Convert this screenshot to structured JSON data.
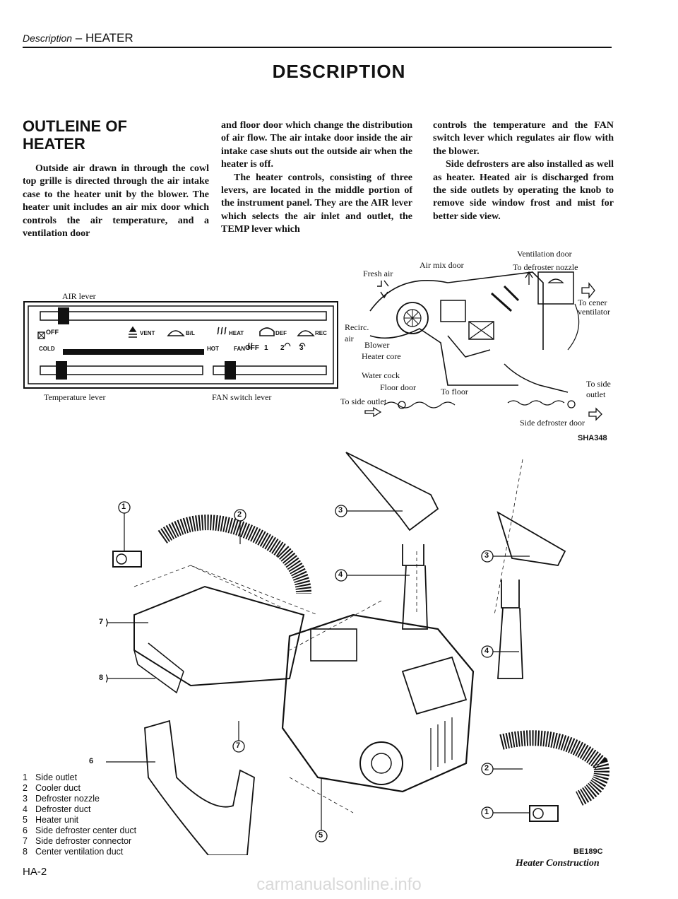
{
  "header": {
    "prefix": "Description",
    "separator": "–",
    "title": "HEATER"
  },
  "title": "DESCRIPTION",
  "section_title": "OUTLEINE OF HEATER",
  "body": {
    "col1": "Outside air drawn in through the cowl top grille is directed through the air intake case to the heater unit by the blower. The heater unit includes an air mix door which controls the air temperature, and a ventilation door",
    "col2_p1": "and floor door which change the distribution of air flow. The air intake door inside the air intake case shuts out the outside air when the heater is off.",
    "col2_p2": "The heater controls, consisting of three levers, are located in the middle portion of the instrument panel. They are the AIR lever which selects the air inlet and outlet, the TEMP lever which",
    "col3_p1": "controls the temperature and the FAN switch lever which regulates air flow with the blower.",
    "col3_p2": "Side defrosters are also installed as well as heater. Heated air is discharged from the side outlets by operating the knob to remove side window frost and mist for better side view."
  },
  "control_panel": {
    "air_lever": "AIR lever",
    "temperature_lever": "Temperature lever",
    "fan_switch_lever": "FAN switch lever",
    "off": "OFF",
    "vent": "VENT",
    "bl": "B/L",
    "heat": "HEAT",
    "def": "DEF",
    "rec": "REC",
    "cold": "COLD",
    "hot": "HOT",
    "fan": "FAN",
    "fan_off": "OFF",
    "fan_1": "1",
    "fan_2": "2",
    "fan_3": "3"
  },
  "flow_diagram": {
    "fresh_air": "Fresh air",
    "air_mix_door": "Air mix door",
    "ventilation_door": "Ventilation door",
    "to_defroster_nozzle": "To defroster nozzle",
    "to_center_ventilator_1": "To cener",
    "to_center_ventilator_2": "ventilator",
    "recirc_1": "Recirc.",
    "recirc_2": "air",
    "blower": "Blower",
    "heater_core": "Heater core",
    "water_cock": "Water cock",
    "floor_door": "Floor door",
    "to_floor": "To floor",
    "to_side_outlet_left": "To side outlet",
    "to_side_outlet_right_1": "To side",
    "to_side_outlet_right_2": "outlet",
    "side_defroster_door": "Side defroster door",
    "code": "SHA348"
  },
  "construction": {
    "callouts": [
      "1",
      "2",
      "3",
      "4",
      "7",
      "8",
      "6",
      "7",
      "5",
      "3",
      "4",
      "2",
      "1"
    ],
    "code": "BE189C",
    "caption": "Heater Construction"
  },
  "legend": [
    {
      "num": "1",
      "text": "Side outlet"
    },
    {
      "num": "2",
      "text": "Cooler duct"
    },
    {
      "num": "3",
      "text": "Defroster nozzle"
    },
    {
      "num": "4",
      "text": "Defroster duct"
    },
    {
      "num": "5",
      "text": "Heater unit"
    },
    {
      "num": "6",
      "text": "Side defroster center duct"
    },
    {
      "num": "7",
      "text": "Side defroster connector"
    },
    {
      "num": "8",
      "text": "Center ventilation duct"
    }
  ],
  "page_number": "HA-2",
  "watermark": "carmanualsonline.info"
}
